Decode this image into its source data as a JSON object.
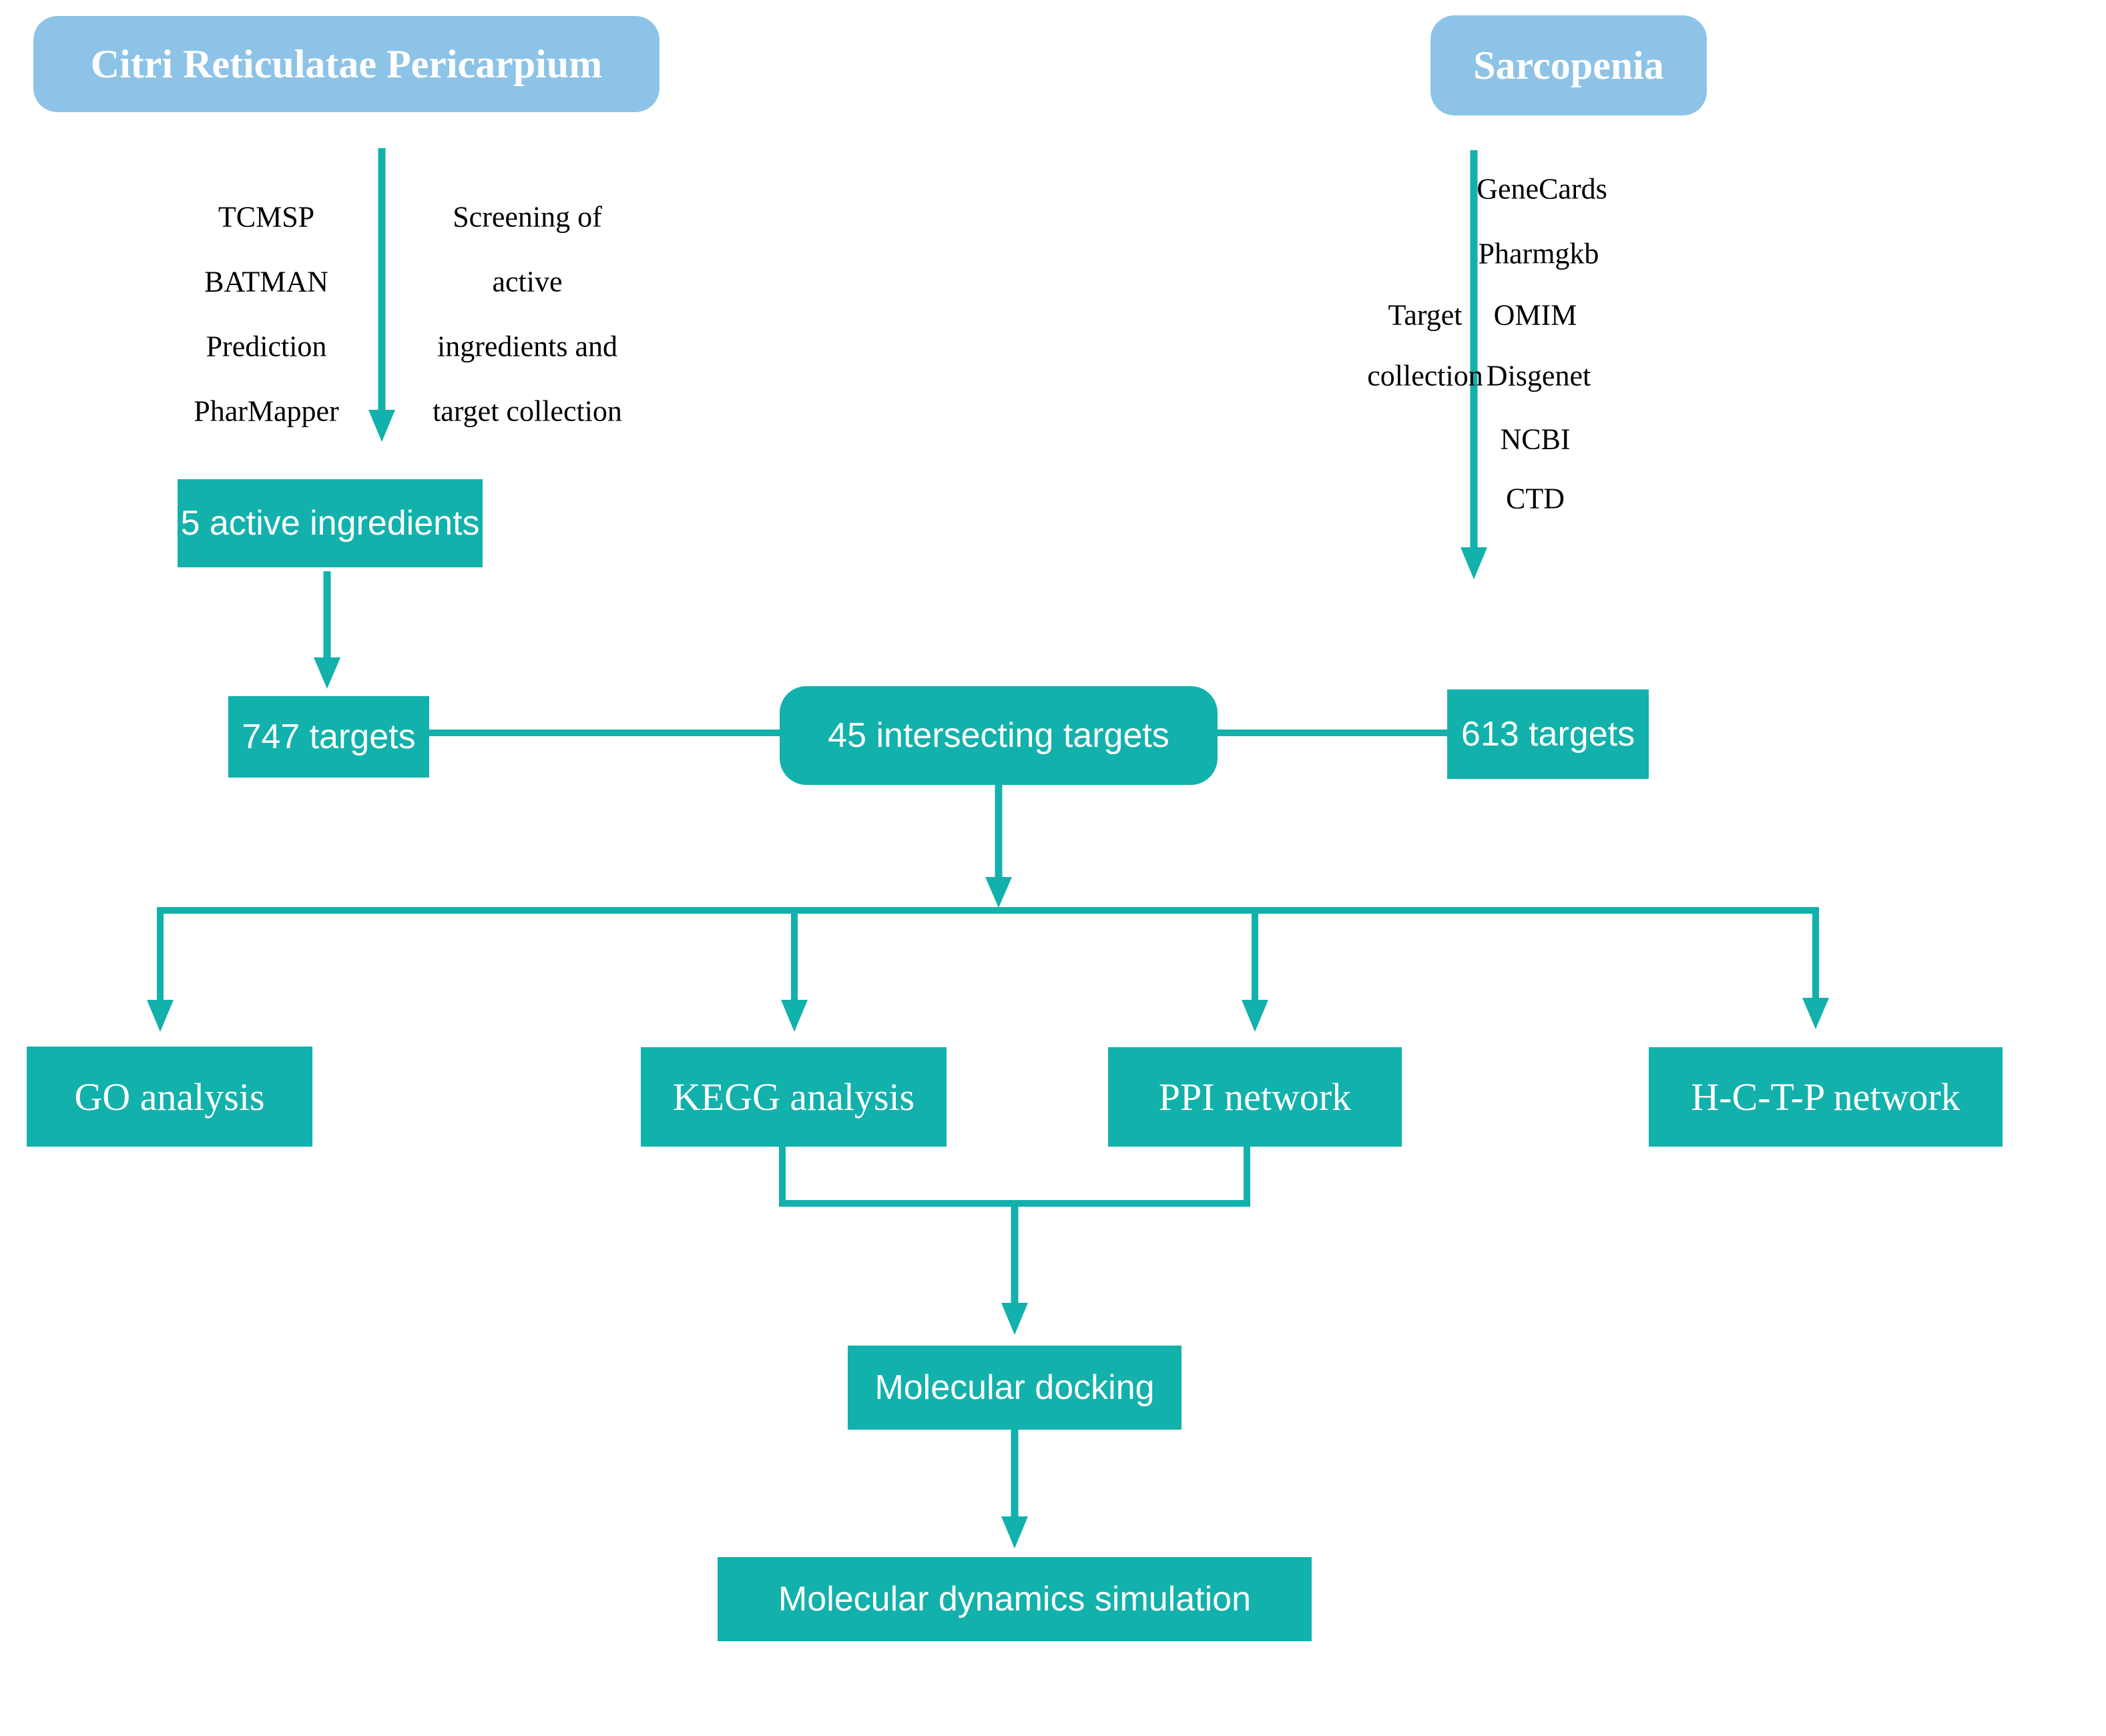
{
  "palette": {
    "teal": "#12b1ab",
    "light_blue": "#8dc3e6",
    "white": "#ffffff",
    "text_dark": "#000000"
  },
  "header_left": {
    "label": "Citri Reticulatae Pericarpium"
  },
  "header_right": {
    "label": "Sarcopenia"
  },
  "left_branch": {
    "databases": [
      "TCMSP",
      "BATMAN",
      "Prediction",
      "PharMapper"
    ],
    "process": [
      "Screening of",
      "active",
      "ingredients and",
      "target collection"
    ],
    "result_ingredients": "5 active ingredients",
    "result_targets": "747 targets"
  },
  "right_branch": {
    "process": [
      "Target",
      "collection"
    ],
    "databases": [
      "GeneCards",
      "Pharmgkb",
      "OMIM",
      "Disgenet",
      "NCBI",
      "CTD"
    ],
    "result_targets": "613 targets"
  },
  "intersection": {
    "label": "45 intersecting targets"
  },
  "analyses": [
    {
      "label": "GO analysis"
    },
    {
      "label": "KEGG analysis"
    },
    {
      "label": "PPI network"
    },
    {
      "label": "H-C-T-P network"
    }
  ],
  "downstream": [
    {
      "label": "Molecular docking"
    },
    {
      "label": "Molecular dynamics simulation"
    }
  ]
}
